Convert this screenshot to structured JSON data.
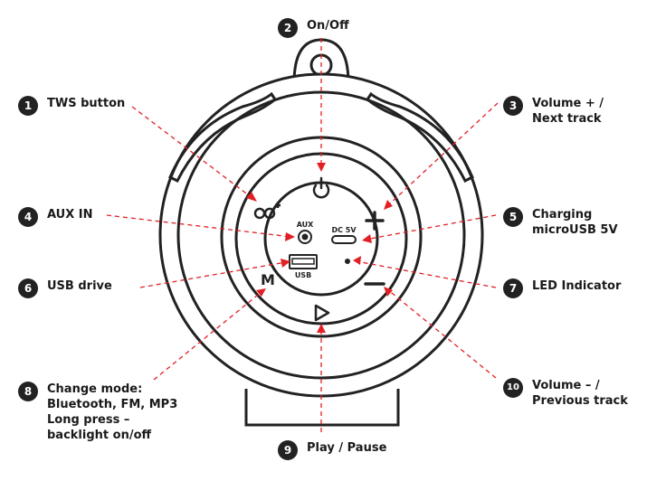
{
  "callouts": [
    {
      "num": "1",
      "lines": [
        "TWS button"
      ]
    },
    {
      "num": "2",
      "lines": [
        "On/Off"
      ]
    },
    {
      "num": "3",
      "lines": [
        "Volume + /",
        "Next track"
      ]
    },
    {
      "num": "4",
      "lines": [
        "AUX IN"
      ]
    },
    {
      "num": "5",
      "lines": [
        "Charging",
        "microUSB 5V"
      ]
    },
    {
      "num": "6",
      "lines": [
        "USB drive"
      ]
    },
    {
      "num": "7",
      "lines": [
        "LED Indicator"
      ]
    },
    {
      "num": "8",
      "lines": [
        "Change mode:",
        "Bluetooth, FM, MP3",
        "Long press –",
        "backlight on/off"
      ]
    },
    {
      "num": "9",
      "lines": [
        "Play / Pause"
      ]
    },
    {
      "num": "10",
      "lines": [
        "Volume – /",
        "Previous track"
      ]
    }
  ],
  "device": {
    "aux_label": "AUX",
    "dc_label": "DC 5V",
    "usb_label": "USB",
    "mode_label": "M"
  },
  "colors": {
    "leader_line": "#e31e24",
    "outline": "#222222",
    "badge": "#222222"
  }
}
